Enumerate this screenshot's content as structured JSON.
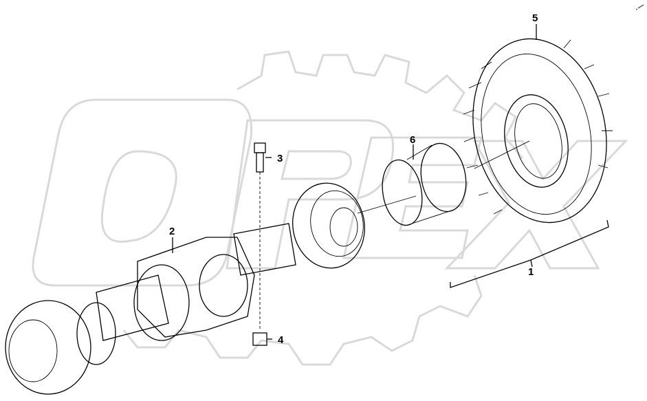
{
  "diagram": {
    "callouts": [
      {
        "id": "1",
        "text": "1"
      },
      {
        "id": "2",
        "text": "2"
      },
      {
        "id": "3",
        "text": "3"
      },
      {
        "id": "4",
        "text": "4"
      },
      {
        "id": "5",
        "text": "5"
      },
      {
        "id": "6",
        "text": "6"
      }
    ],
    "watermark": "OPEX",
    "colors": {
      "line": "#000000",
      "watermark": "#d9d9d9",
      "background": "#ffffff"
    }
  }
}
